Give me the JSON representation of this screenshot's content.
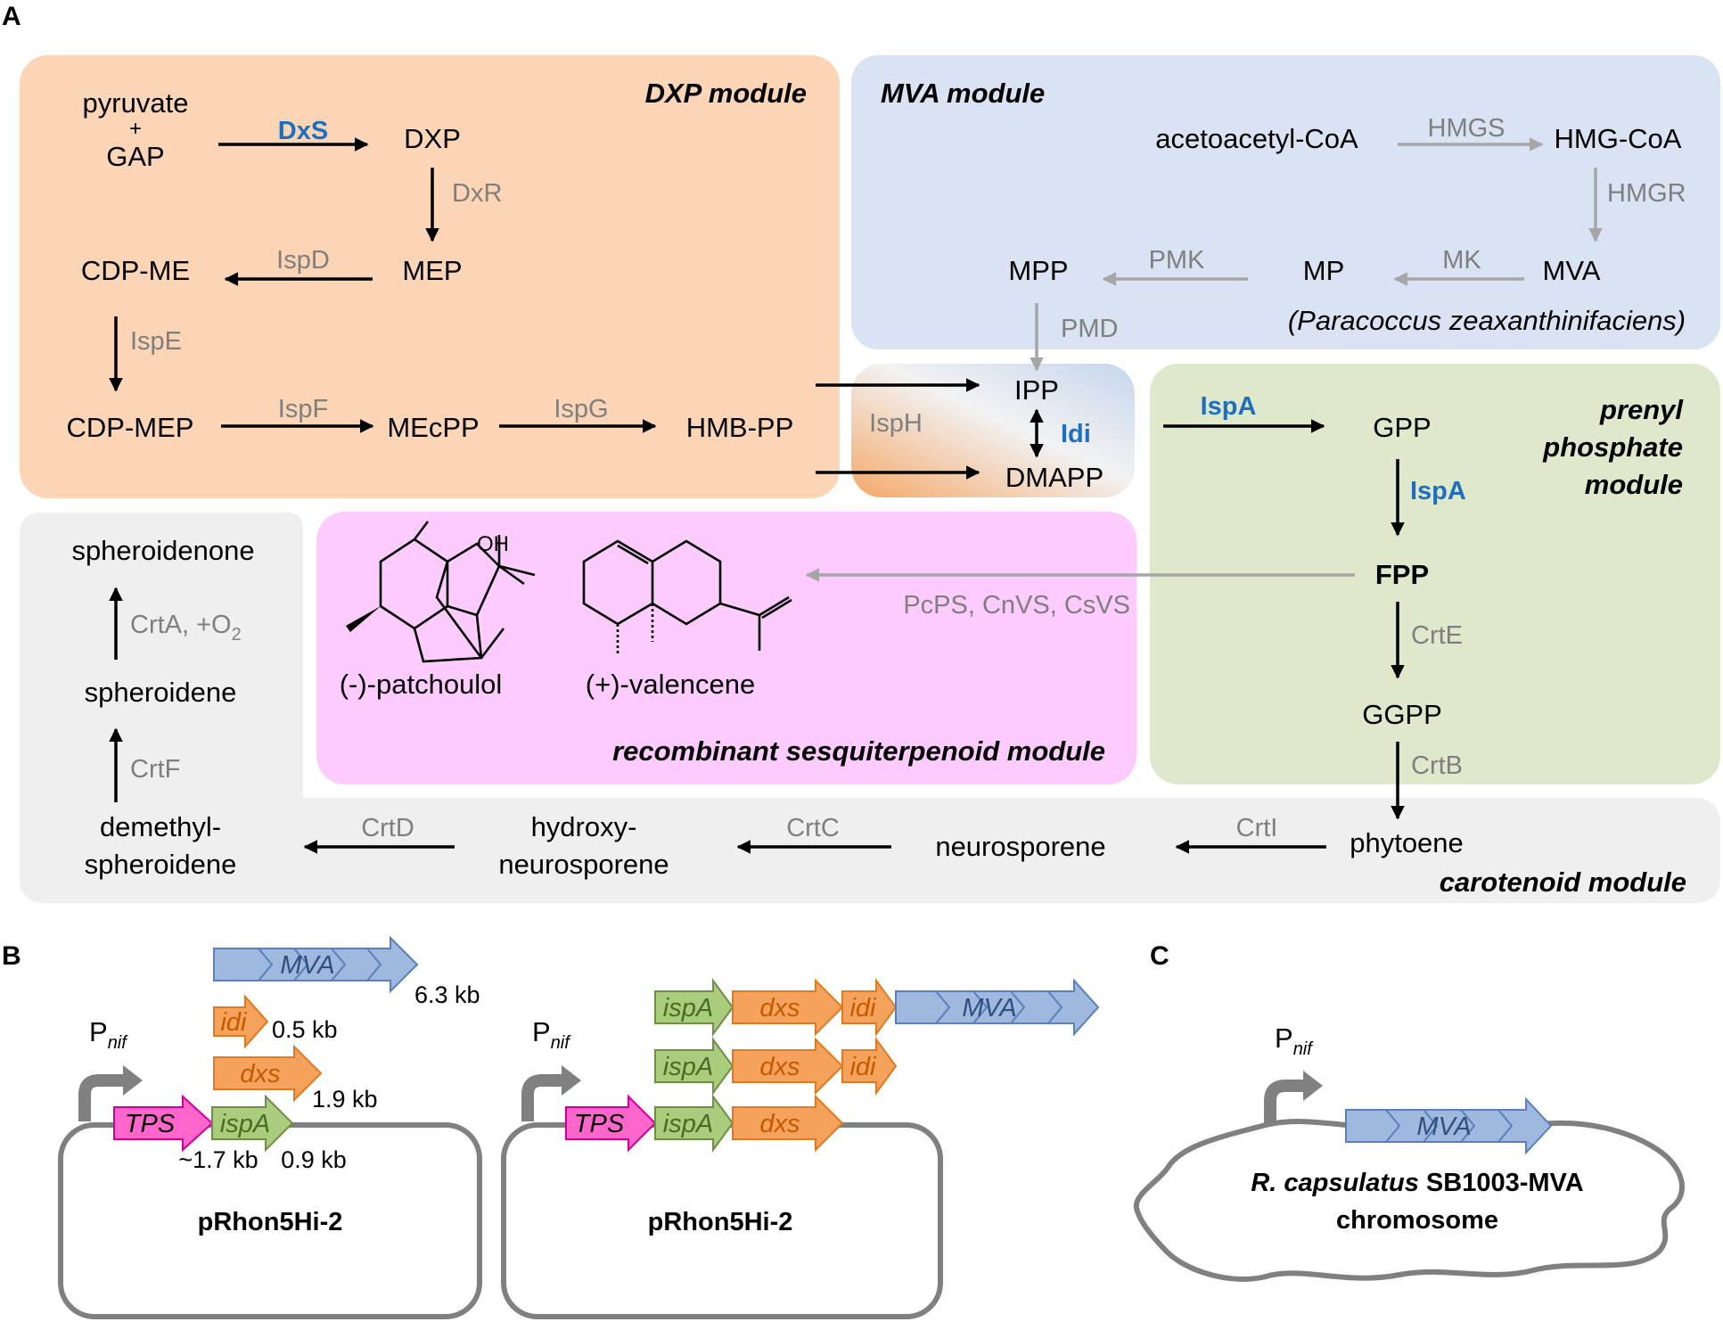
{
  "panels": {
    "a": "A",
    "b": "B",
    "c": "C"
  },
  "modules": {
    "dxp": "DXP module",
    "mva": "MVA module",
    "prenyl_1": "prenyl",
    "prenyl_2": "phosphate",
    "prenyl_3": "module",
    "sesq": "recombinant sesquiterpenoid module",
    "carot": "carotenoid module"
  },
  "metabolites": {
    "pyruvate": "pyruvate",
    "plus": "+",
    "gap": "GAP",
    "dxp": "DXP",
    "mep": "MEP",
    "cdp_me": "CDP-ME",
    "cdp_mep": "CDP-MEP",
    "mecpp": "MEcPP",
    "hmb_pp": "HMB-PP",
    "acetoacetyl": "acetoacetyl-CoA",
    "hmg_coa": "HMG-CoA",
    "mva": "MVA",
    "mp": "MP",
    "mpp": "MPP",
    "organism": "(Paracoccus zeaxanthinifaciens)",
    "ipp": "IPP",
    "dmapp": "DMAPP",
    "gpp": "GPP",
    "fpp": "FPP",
    "ggpp": "GGPP",
    "phytoene": "phytoene",
    "neurosporene": "neurosporene",
    "hydroxy_1": "hydroxy-",
    "hydroxy_2": "neurosporene",
    "demethyl_1": "demethyl-",
    "demethyl_2": "spheroidene",
    "spheroidene": "spheroidene",
    "spheroidenone": "spheroidenone",
    "patchoulol": "(-)-patchoulol",
    "valencene": "(+)-valencene",
    "oh": "OH"
  },
  "enzymes": {
    "dxs": "DxS",
    "dxr": "DxR",
    "ispd": "IspD",
    "ispe": "IspE",
    "ispf": "IspF",
    "ispg": "IspG",
    "isph": "IspH",
    "idi": "Idi",
    "hmgs": "HMGS",
    "hmgr": "HMGR",
    "mk": "MK",
    "pmk": "PMK",
    "pmd": "PMD",
    "ispa1": "IspA",
    "ispa2": "IspA",
    "crte": "CrtE",
    "crtb": "CrtB",
    "crti": "CrtI",
    "crtc": "CrtC",
    "crtd": "CrtD",
    "crtf": "CrtF",
    "crta": "CrtA, +O",
    "crta_sub": "2",
    "tps": "PcPS, CnVS, CsVS"
  },
  "constructs": {
    "pnif": "P",
    "pnif_sub": "nif",
    "tps": "TPS",
    "ispA": "ispA",
    "dxs": "dxs",
    "idi": "idi",
    "mva": "MVA",
    "size_mva": "6.3 kb",
    "size_idi": "0.5 kb",
    "size_dxs": "1.9 kb",
    "size_tps": "~1.7 kb",
    "size_ispA": "0.9 kb",
    "plasmid": "pRhon5Hi-2",
    "strain": "R. capsulatus",
    "strain_rest": " SB1003-MVA",
    "chromosome": "chromosome"
  },
  "colors": {
    "dxp_module": "#fbd5b5",
    "mva_module": "#dae3f3",
    "prenyl_module": "#dfe8cb",
    "sesq_module": "#fdcbfd",
    "carot_module": "#efefef",
    "enzyme_highlight": "#1f6fc0",
    "gray_arrow": "#a6a6a6",
    "tps_gene": "#ff66cc",
    "ispA_gene": "#a9cd7c",
    "dxs_gene": "#f5a25d",
    "mva_gene": "#9fb8dd"
  }
}
